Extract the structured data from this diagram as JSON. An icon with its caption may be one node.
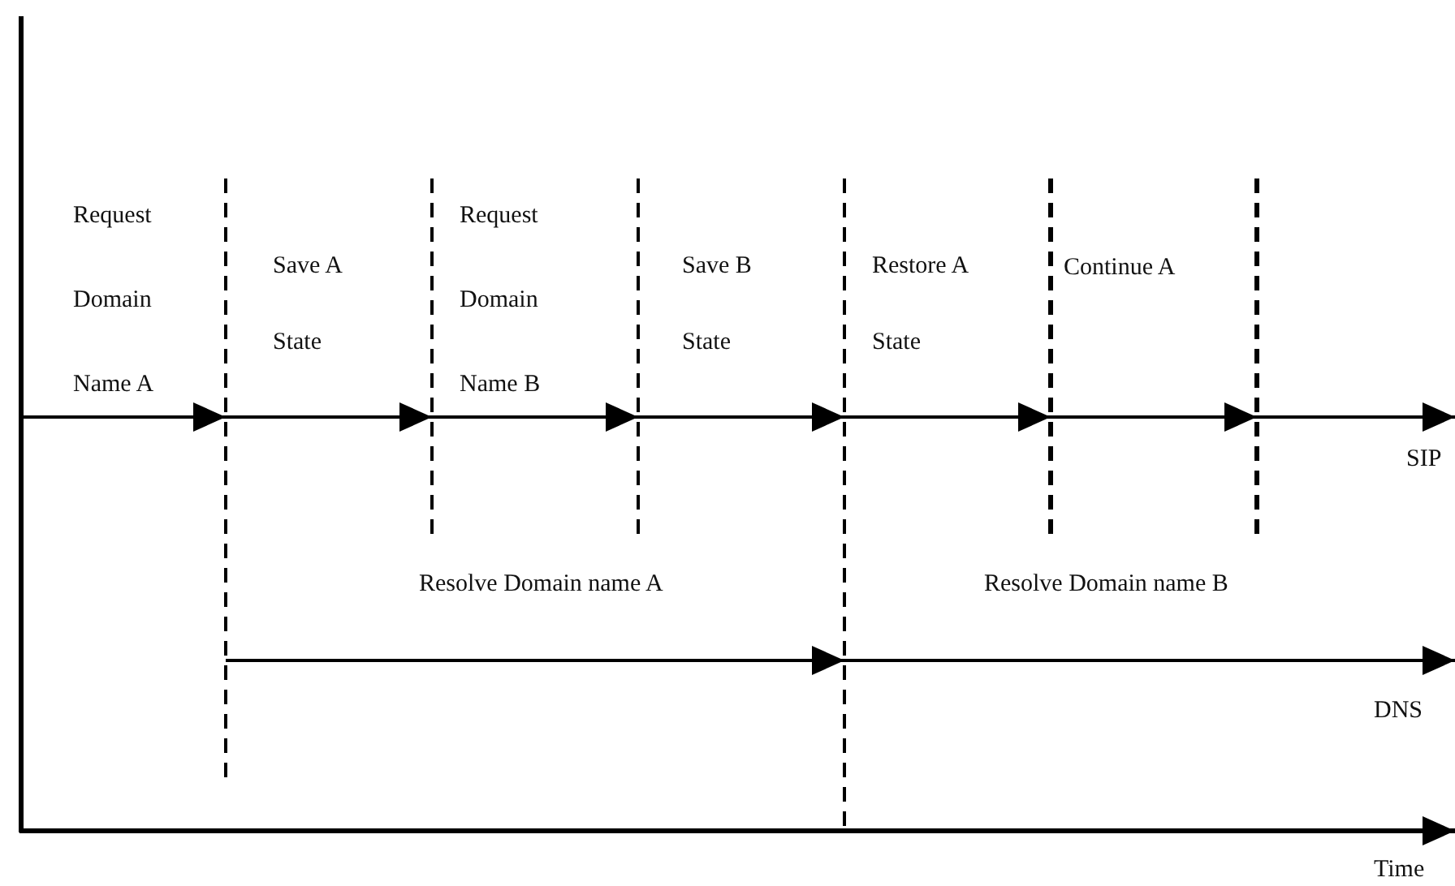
{
  "diagram": {
    "labels": [
      "Request Domain Name A",
      "Save A State",
      "Request Domain Name B",
      "Save B State",
      "Restore A State",
      "Continue A",
      "SIP",
      "Resolve Domain name A",
      "Resolve Domain name B",
      "DNS",
      "Time"
    ]
  }
}
